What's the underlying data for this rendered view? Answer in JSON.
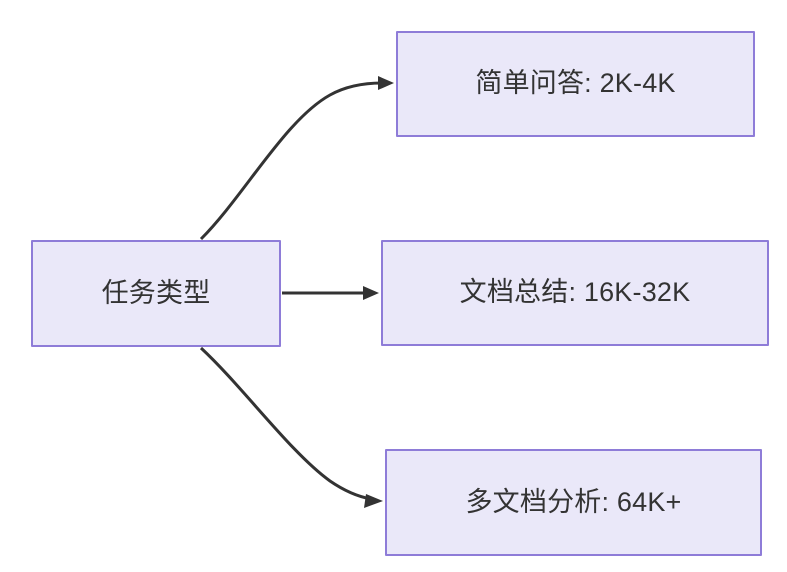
{
  "diagram": {
    "type": "flowchart",
    "direction": "left-to-right",
    "background_color": "#ffffff",
    "node_fill_color": "#eae8f9",
    "node_border_color": "#8e7cd8",
    "node_text_color": "#333333",
    "edge_color": "#333333",
    "root": {
      "id": "task-type",
      "label": "任务类型"
    },
    "branches": [
      {
        "id": "simple-qa",
        "label": "简单问答: 2K-4K",
        "task": "简单问答",
        "range": "2K-4K",
        "edge_style": "curved-up",
        "arrow": "triangle"
      },
      {
        "id": "doc-summary",
        "label": "文档总结: 16K-32K",
        "task": "文档总结",
        "range": "16K-32K",
        "edge_style": "straight",
        "arrow": "triangle"
      },
      {
        "id": "multi-doc",
        "label": "多文档分析: 64K+",
        "task": "多文档分析",
        "range": "64K+",
        "edge_style": "curved-down",
        "arrow": "triangle"
      }
    ]
  }
}
